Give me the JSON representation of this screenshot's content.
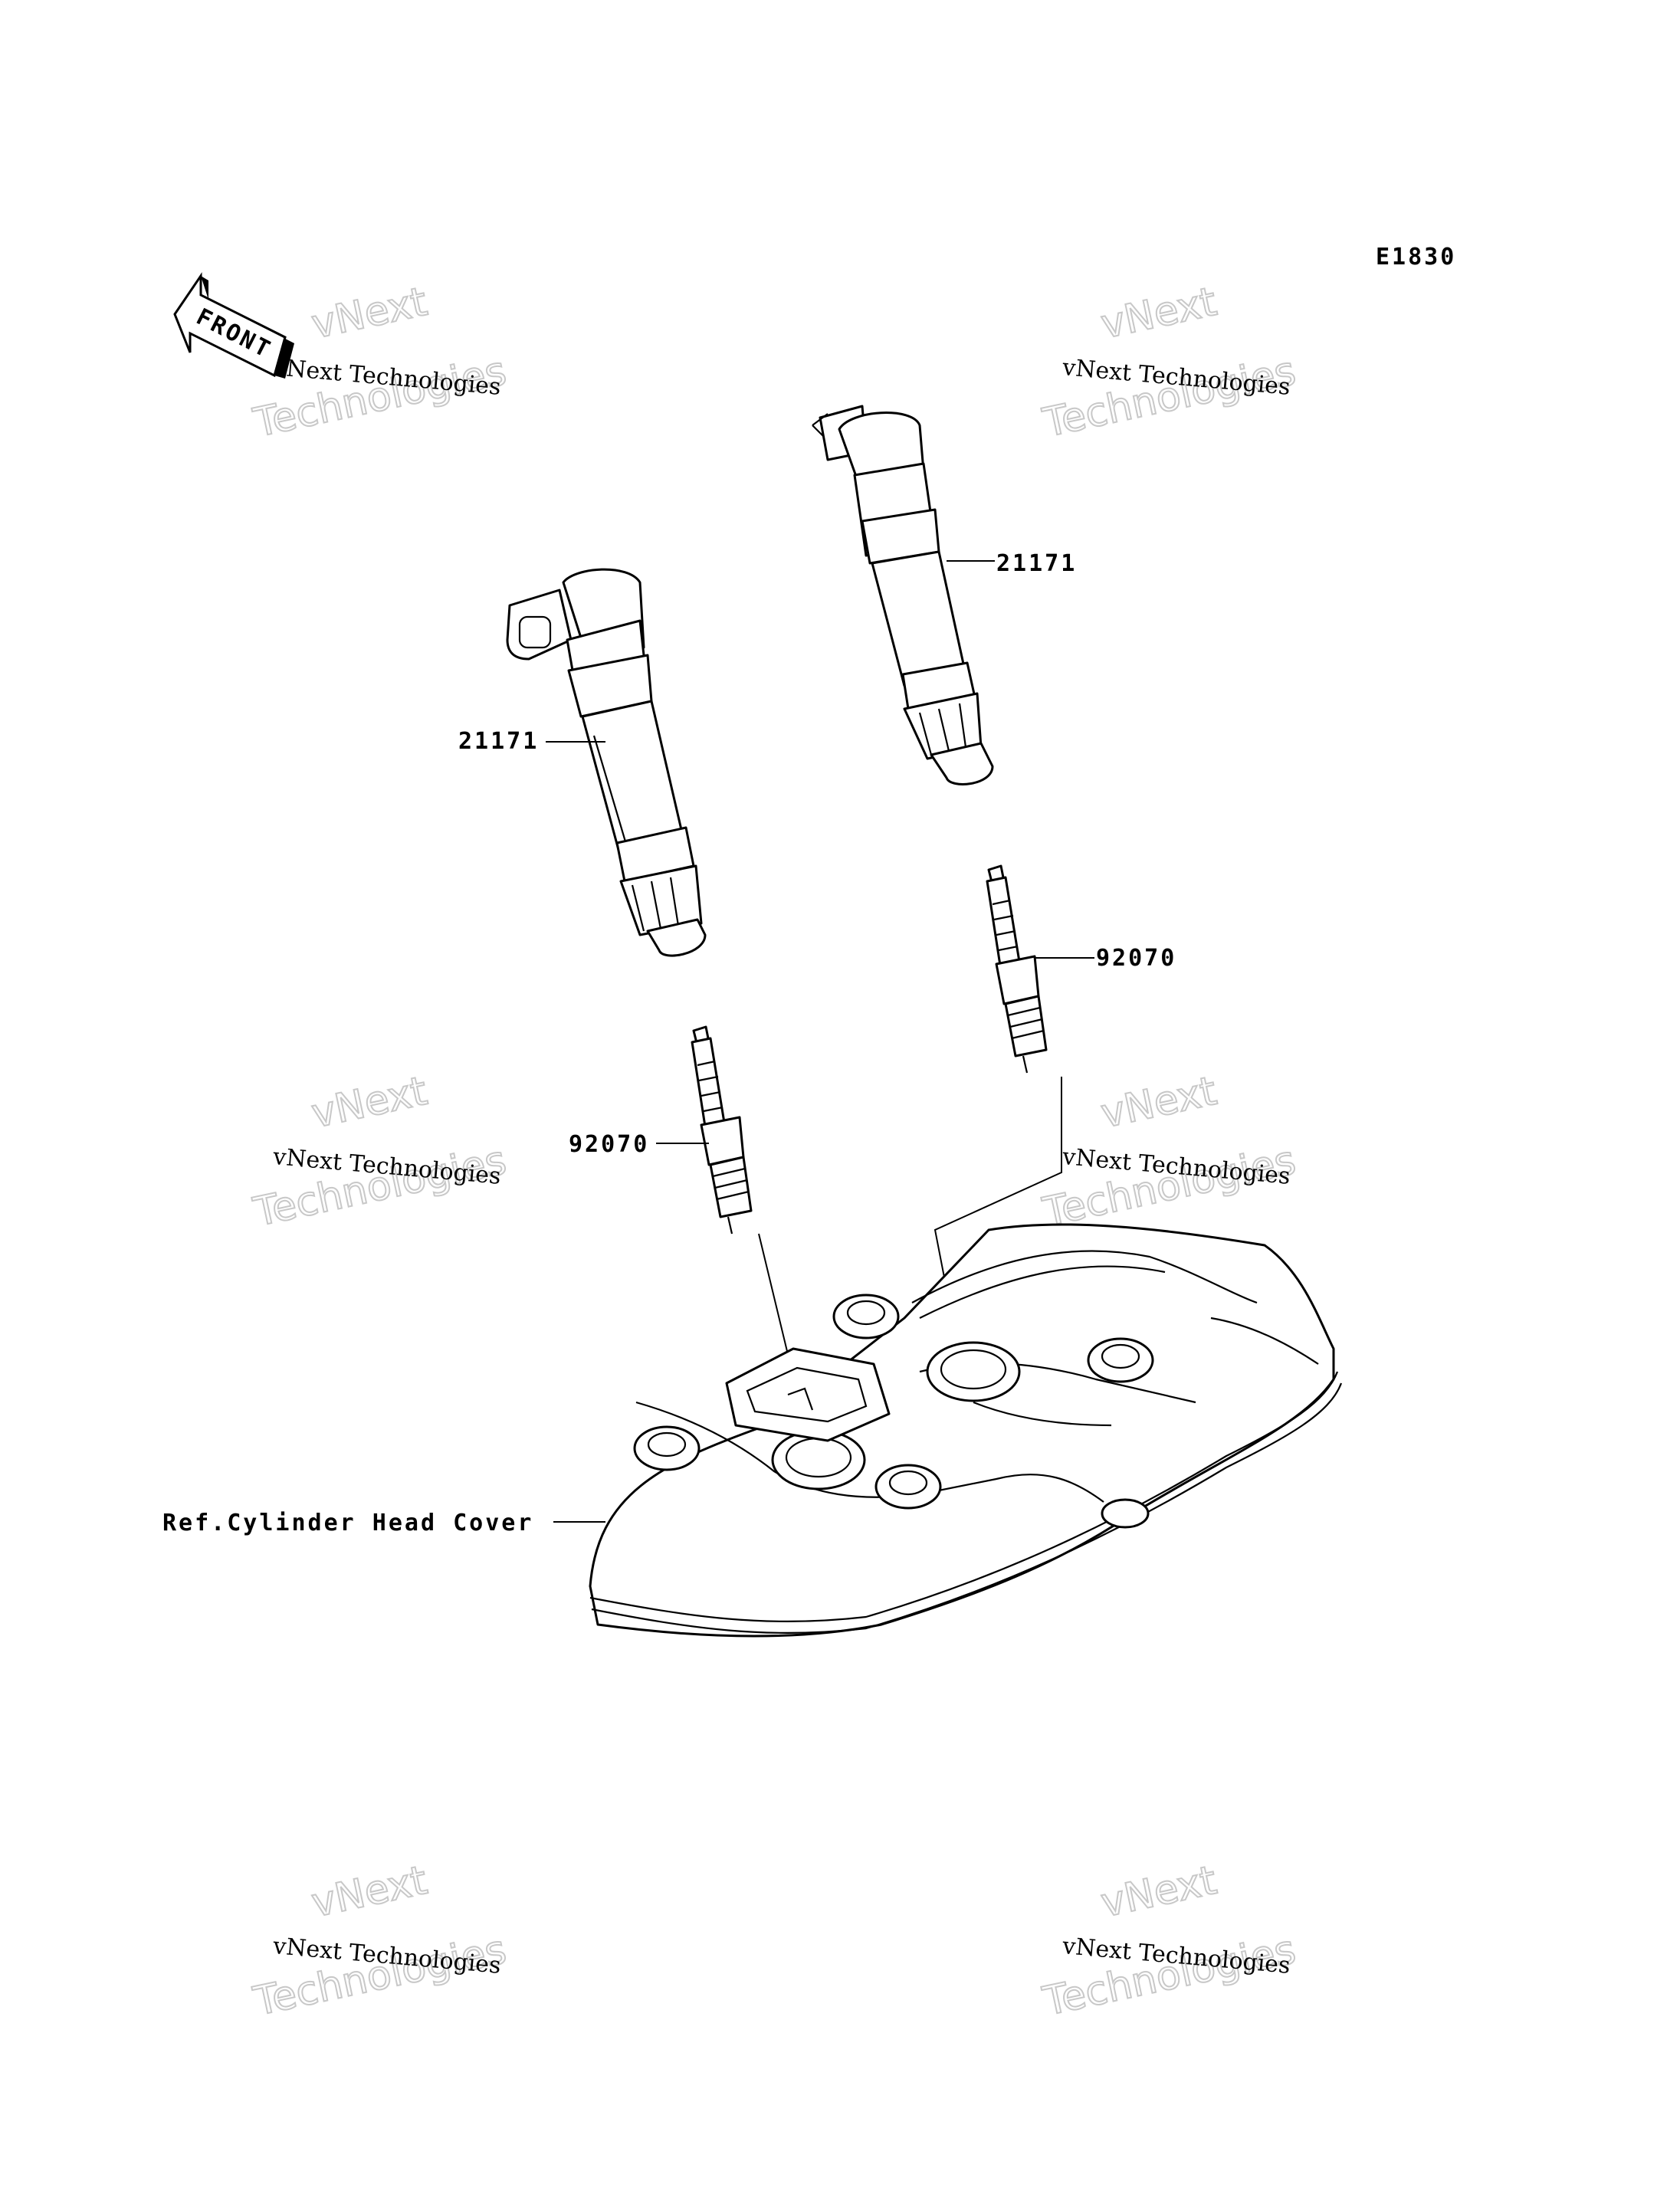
{
  "diagram": {
    "code": "E1830",
    "front_label": "FRONT",
    "parts": [
      {
        "id": "coil_left",
        "number": "21171"
      },
      {
        "id": "coil_right",
        "number": "21171"
      },
      {
        "id": "plug_right",
        "number": "92070"
      },
      {
        "id": "plug_left",
        "number": "92070"
      }
    ],
    "reference_label": "Ref.Cylinder Head Cover",
    "watermark": {
      "line1": "vNext Technologies",
      "line2": "vNext",
      "line3": "Technologies"
    }
  }
}
